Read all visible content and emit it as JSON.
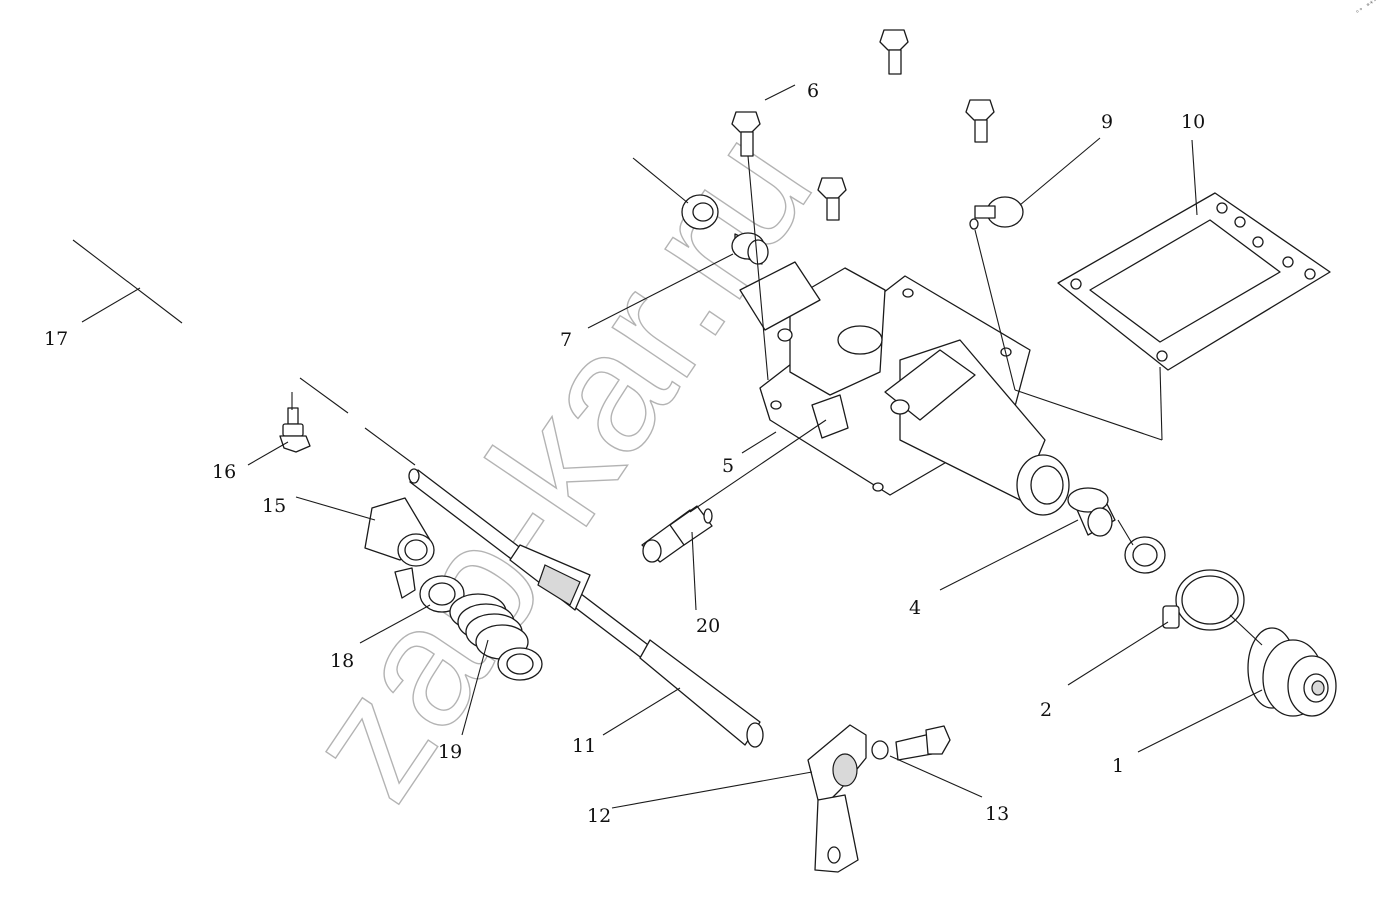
{
  "diagram": {
    "watermark": "zap-kar.ru",
    "corner_mark": "°° ***",
    "callouts": [
      "1",
      "2",
      "4",
      "5",
      "6",
      "7",
      "9",
      "10",
      "11",
      "12",
      "13",
      "15",
      "16",
      "17",
      "18",
      "19",
      "20"
    ]
  }
}
